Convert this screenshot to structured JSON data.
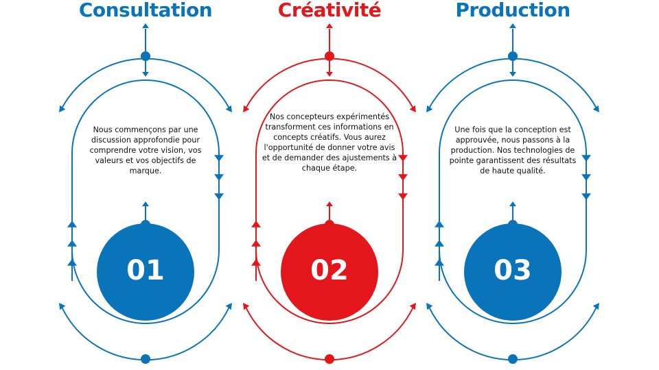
{
  "steps": [
    {
      "title": "Consultation",
      "color": "#0a74bb",
      "number": "01",
      "text": "Nous commençons par une discussion approfondie pour comprendre votre vision, vos valeurs et vos objectifs de marque."
    },
    {
      "title": "Créativité",
      "color": "#e3161b",
      "number": "02",
      "text": "Nos concepteurs expérimentés transforment ces informations en concepts créatifs. Vous aurez l'opportunité de donner votre avis et de demander des ajustements à chaque étape."
    },
    {
      "title": "Production",
      "color": "#0a74bb",
      "number": "03",
      "text": "Une fois que la conception est approuvée, nous passons à la production. Nos technologies de pointe garantissent des résultats de haute qualité."
    }
  ]
}
